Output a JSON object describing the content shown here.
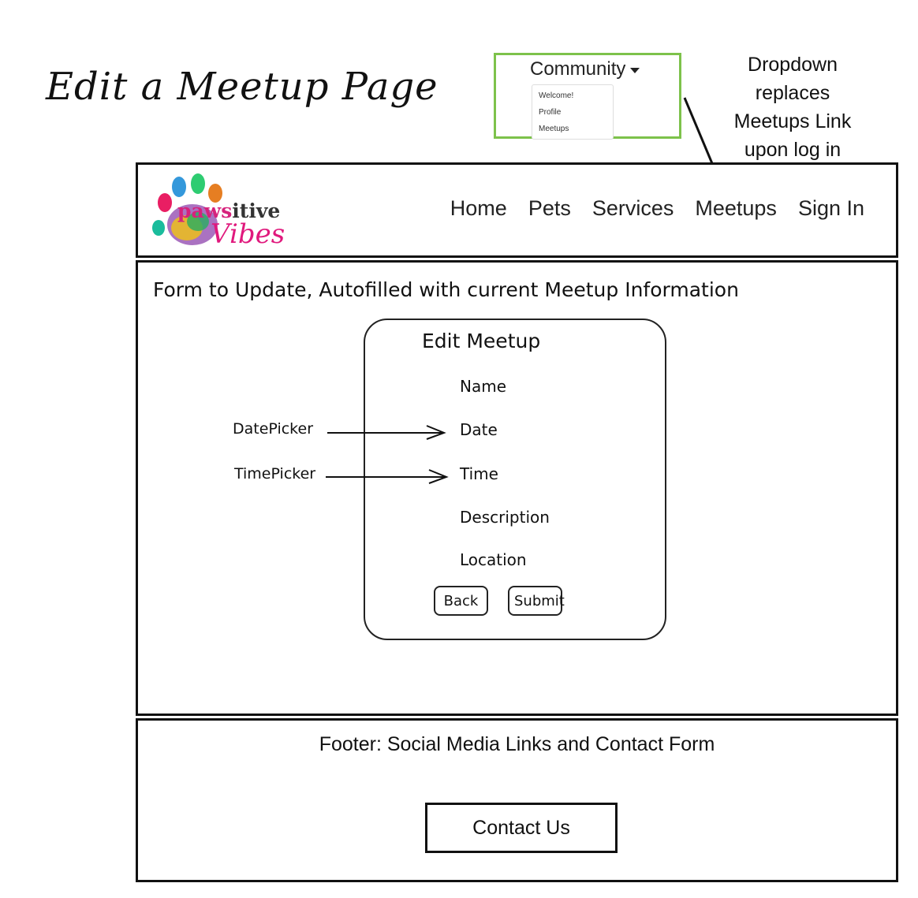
{
  "page_title": "Edit a Meetup Page",
  "dropdown_preview": {
    "toggle_label": "Community",
    "items": [
      "Welcome!",
      "Profile",
      "Meetups"
    ]
  },
  "dropdown_note": {
    "lines": [
      "Dropdown",
      "replaces",
      "Meetups Link",
      "upon log in"
    ]
  },
  "header": {
    "logo": {
      "line1_a": "paws",
      "line1_b": "itive",
      "line2": "Vibes"
    },
    "nav": [
      "Home",
      "Pets",
      "Services",
      "Meetups",
      "Sign In"
    ]
  },
  "main": {
    "caption": "Form to Update, Autofilled with current Meetup Information",
    "form": {
      "title": "Edit Meetup",
      "fields": [
        "Name",
        "Date",
        "Time",
        "Description",
        "Location"
      ],
      "back_label": "Back",
      "submit_label": "Submit"
    },
    "annotations": {
      "date": "DatePicker",
      "time": "TimePicker"
    }
  },
  "footer": {
    "caption": "Footer: Social Media Links and Contact Form",
    "contact_label": "Contact Us"
  },
  "colors": {
    "dropdown_border": "#7dc24b",
    "logo_pink": "#d6227c"
  }
}
